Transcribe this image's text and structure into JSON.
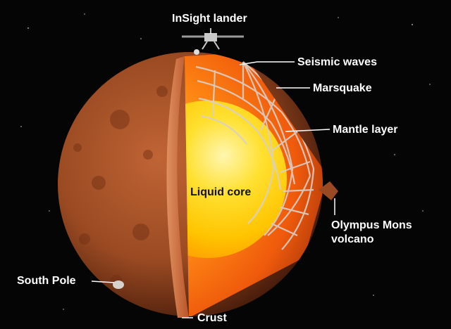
{
  "diagram": {
    "labels": {
      "insight_lander": "InSight lander",
      "seismic_waves": "Seismic waves",
      "marsquake": "Marsquake",
      "mantle_layer": "Mantle layer",
      "liquid_core": "Liquid core",
      "olympus_mons_line1": "Olympus Mons",
      "olympus_mons_line2": "volcano",
      "south_pole": "South Pole",
      "crust": "Crust"
    },
    "colors": {
      "background": "#050505",
      "mars_surface": "#9a4a22",
      "crust": "#c86a3a",
      "mantle": "#ff7a10",
      "core": "#ffd400",
      "core_highlight": "#fff6b0",
      "label_text": "#ffffff",
      "core_label_text": "#111111"
    }
  }
}
